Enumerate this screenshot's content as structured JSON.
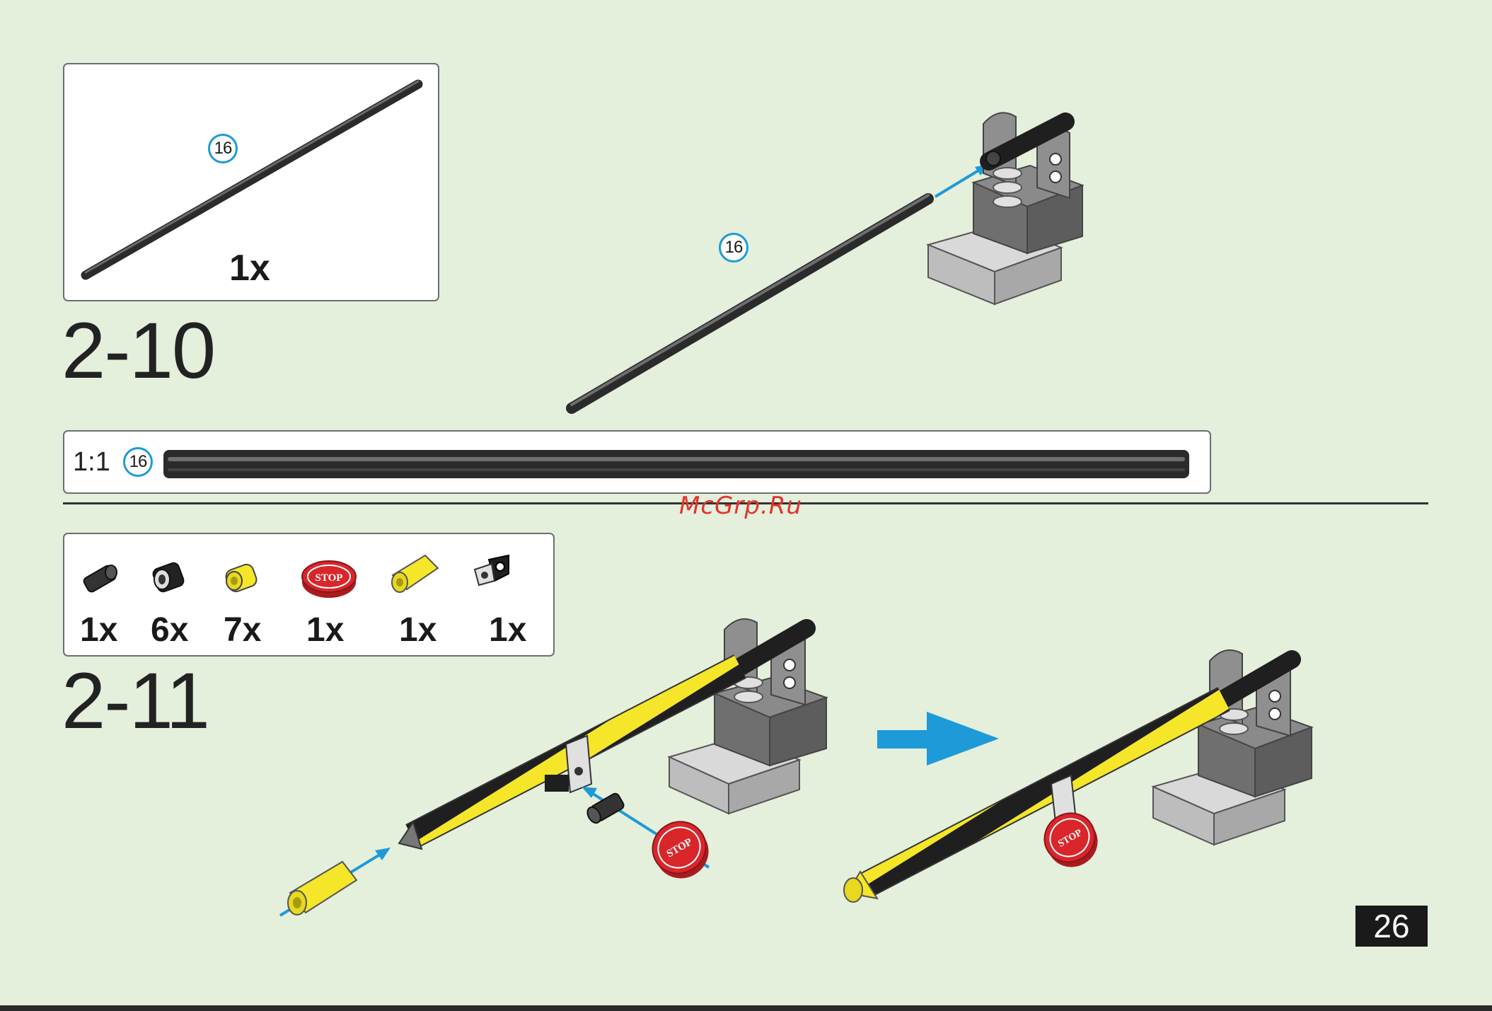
{
  "step_2_10": {
    "step_number": "2-10",
    "parts_box": {
      "part_id": "16",
      "quantity": "1x"
    },
    "assembly_part_id": "16",
    "scale_bar": {
      "scale_label": "1:1",
      "part_id": "16"
    }
  },
  "step_2_11": {
    "step_number": "2-11",
    "parts": [
      {
        "icon": "bushing-icon",
        "quantity": "1x"
      },
      {
        "icon": "black-ring-icon",
        "quantity": "6x"
      },
      {
        "icon": "yellow-ring-icon",
        "quantity": "7x"
      },
      {
        "icon": "stop-sign-icon",
        "quantity": "1x",
        "label": "STOP"
      },
      {
        "icon": "yellow-connector-icon",
        "quantity": "1x"
      },
      {
        "icon": "clip-icon",
        "quantity": "1x"
      }
    ],
    "stop_sign_text": "STOP"
  },
  "watermark": "McGrp.Ru",
  "page_number": "26",
  "colors": {
    "background": "#e4efdc",
    "callout_blue": "#1e9ad8",
    "stop_red": "#d8262b",
    "barrier_yellow": "#f5e62a"
  }
}
